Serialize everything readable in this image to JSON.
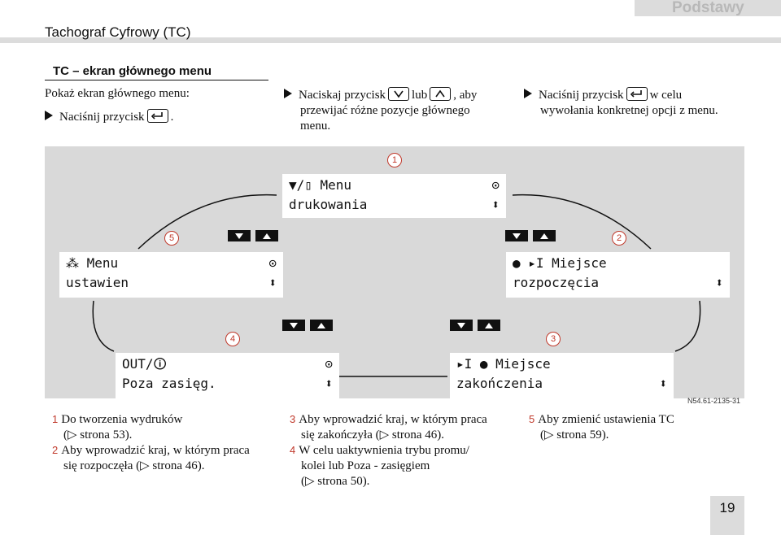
{
  "header": {
    "section": "Podstawy",
    "title": "Tachograf Cyfrowy (TC)"
  },
  "subheading": "TC – ekran głównego menu",
  "col1": {
    "line1": "Pokaż ekran głównego menu:",
    "step_pre": "Naciśnij przycisk",
    "step_post": "."
  },
  "col2": {
    "pre": "Naciskaj przycisk",
    "mid": "lub",
    "post": ", aby",
    "line2": "przewijać różne pozycje głównego",
    "line3": "menu."
  },
  "col3": {
    "pre": "Naciśnij przycisk",
    "post": "w celu",
    "line2": "wywołania konkretnej opcji z menu."
  },
  "diagram": {
    "badges": [
      "1",
      "2",
      "3",
      "4",
      "5"
    ],
    "screens": {
      "print": {
        "line1": "▼/▯ Menu",
        "line2": "drukowania"
      },
      "settings": {
        "line1": "⁂ Menu",
        "line2": "ustawien"
      },
      "start": {
        "line1": "● ▸I Miejsce",
        "line2": "rozpoczęcia"
      },
      "out": {
        "line1": "OUT/🛈",
        "line2": "Poza zasięg."
      },
      "end": {
        "line1": "▸I ● Miejsce",
        "line2": "zakończenia"
      }
    },
    "ref": "N54.61-2135-31"
  },
  "notes": {
    "n1_num": "1",
    "n1_a": "Do tworzenia wydruków",
    "n1_b": "(▷ strona 53).",
    "n2_num": "2",
    "n2_a": "Aby wprowadzić kraj, w którym praca",
    "n2_b": "się rozpoczęła (▷ strona 46).",
    "n3_num": "3",
    "n3_a": "Aby wprowadzić kraj, w którym praca",
    "n3_b": "się zakończyła (▷ strona 46).",
    "n4_num": "4",
    "n4_a": "W celu uaktywnienia trybu promu/",
    "n4_b": "kolei lub Poza - zasięgiem",
    "n4_c": "(▷ strona 50).",
    "n5_num": "5",
    "n5_a": "Aby zmienić ustawienia TC",
    "n5_b": "(▷ strona 59)."
  },
  "page_number": "19"
}
